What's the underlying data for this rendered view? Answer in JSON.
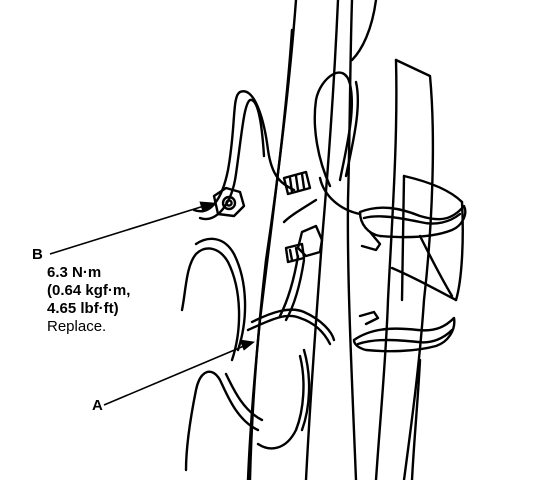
{
  "callouts": {
    "b": {
      "letter": "B",
      "torque_nm": "6.3 N·m",
      "torque_kgf": "(0.64 kgf·m,",
      "torque_lbf": "4.65 lbf·ft)",
      "note": "Replace."
    },
    "a": {
      "letter": "A"
    }
  }
}
